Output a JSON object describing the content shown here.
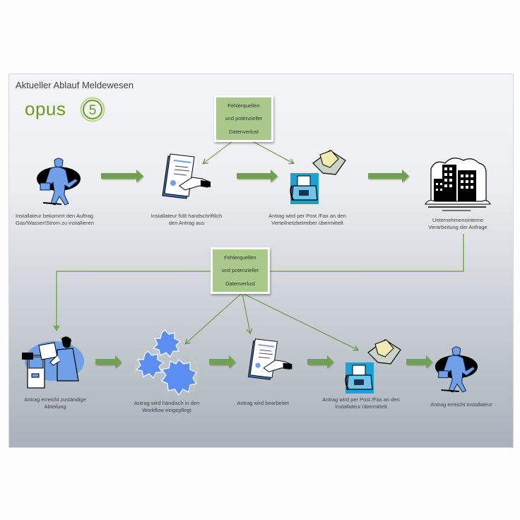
{
  "diagram": {
    "title": "Aktueller Ablauf Meldewesen",
    "logo": {
      "text": "opus",
      "number": "5",
      "color": "#6b9a24"
    },
    "error_boxes": [
      {
        "lines": [
          "Fehlerquellen",
          "und potenzieller",
          "Datenverlust"
        ],
        "fill": "#a9c98a"
      },
      {
        "lines": [
          "Fehlerquellen",
          "und potenzieller",
          "Datenverlust"
        ],
        "fill": "#a9c98a"
      }
    ],
    "row1": [
      {
        "icon": "worker-icon",
        "lines": [
          "Installateur  bekommt  den Auftrag",
          "Gas/Wasser/Strom  zu installieren"
        ]
      },
      {
        "icon": "document-signing-icon",
        "lines": [
          "Installateur  füllt handschriftlich",
          "den  Antrag  aus"
        ]
      },
      {
        "icon": "fax-mail-icon",
        "lines": [
          "Antrag  wird per Post  /Fax  an den",
          "Verteilnetzbetreiber  übermittelt"
        ]
      },
      {
        "icon": "office-building-icon",
        "lines": [
          "Unternehmensinterne",
          "Verarbeitung    der Anfrage"
        ]
      }
    ],
    "row2": [
      {
        "icon": "clerk-filing-icon",
        "lines": [
          "Antrag  erreicht  zuständige",
          "Abteilung"
        ]
      },
      {
        "icon": "gears-icon",
        "lines": [
          "Antrag  wird händisch  in den",
          "Workflow  eingepflegt"
        ]
      },
      {
        "icon": "document-signing-icon",
        "lines": [
          "Antrag  wird bearbeitet"
        ]
      },
      {
        "icon": "fax-mail-icon",
        "lines": [
          "Antrag  wird per Post  /Fax  an den",
          "Installateur  übermittelt"
        ]
      },
      {
        "icon": "worker-icon",
        "lines": [
          "Antrag  erreicht  installateur"
        ]
      }
    ],
    "colors": {
      "flow_arrow": "#70a34a",
      "connector": "#76a854",
      "error_arrow": "#5f8f3e",
      "icon_blue": "#6fa0e8"
    }
  }
}
